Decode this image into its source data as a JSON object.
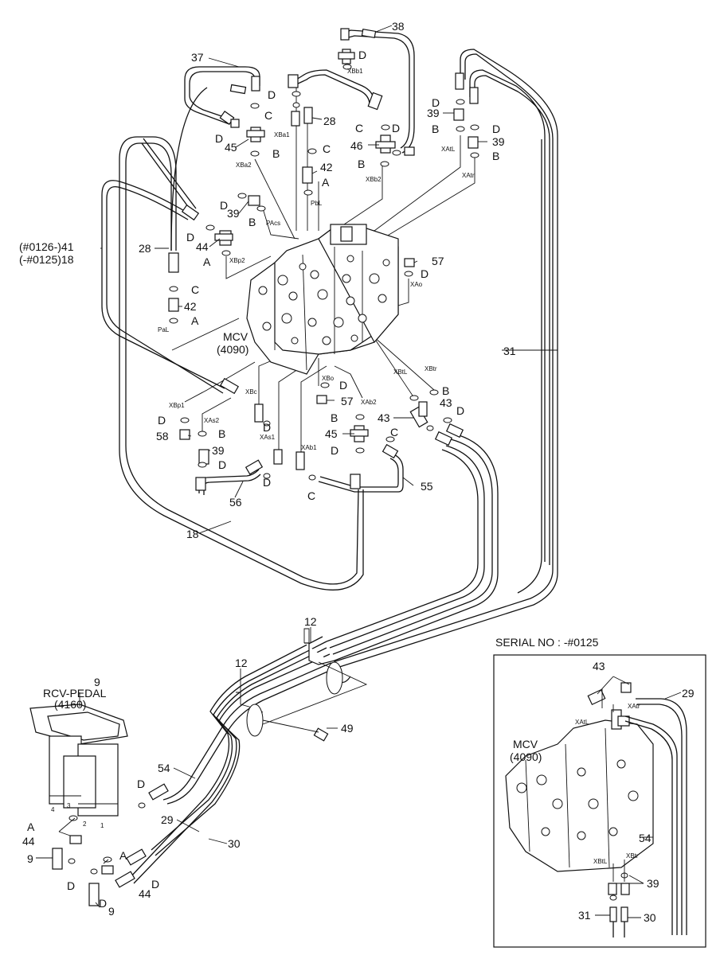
{
  "labels": {
    "p37": "37",
    "p38": "38",
    "p28a": "28",
    "p28b": "28",
    "p45a": "45",
    "p45b": "45",
    "p46": "46",
    "p42a": "42",
    "p42b": "42",
    "p39a": "39",
    "p39b": "39",
    "p39c": "39",
    "p39d": "39",
    "p39e": "39",
    "p44a": "44",
    "p44b": "44",
    "p44c": "44",
    "p57a": "57",
    "p57b": "57",
    "p31a": "31",
    "p31b": "31",
    "p43a": "43",
    "p43b": "43",
    "p43c": "43",
    "p55": "55",
    "p56": "56",
    "p58": "58",
    "p18": "18",
    "p12a": "12",
    "p12b": "12",
    "p49": "49",
    "p54a": "54",
    "p54b": "54",
    "p29a": "29",
    "p29b": "29",
    "p30a": "30",
    "p30b": "30",
    "p9a": "9",
    "p9b": "9",
    "p9c": "9",
    "p41": "(#0126-)41",
    "p18serial": "(-#0125)18",
    "mcv": "MCV",
    "mcv_num": "(4090)",
    "rcv": "RCV-PEDAL",
    "rcv_num": "(4160)",
    "serial": "SERIAL NO : -#0125",
    "A": "A",
    "B": "B",
    "C": "C",
    "D": "D"
  },
  "ports": {
    "XBb1": "XBb1",
    "XBa1": "XBa1",
    "XBa2": "XBa2",
    "XBb2": "XBb2",
    "XAtL": "XAtL",
    "XAtr": "XAtr",
    "PAcs": "PAcs",
    "PbL": "PbL",
    "XBp2": "XBp2",
    "PaL": "PaL",
    "XAo": "XAo",
    "XBtL": "XBtL",
    "XBtr": "XBtr",
    "XBo": "XBo",
    "XAb2": "XAb2",
    "XBp1": "XBp1",
    "XBc": "XBc",
    "XAs2": "XAs2",
    "XAs1": "XAs1",
    "XAb1": "XAb1",
    "n1": "1",
    "n2": "2",
    "n3": "3",
    "n4": "4"
  }
}
